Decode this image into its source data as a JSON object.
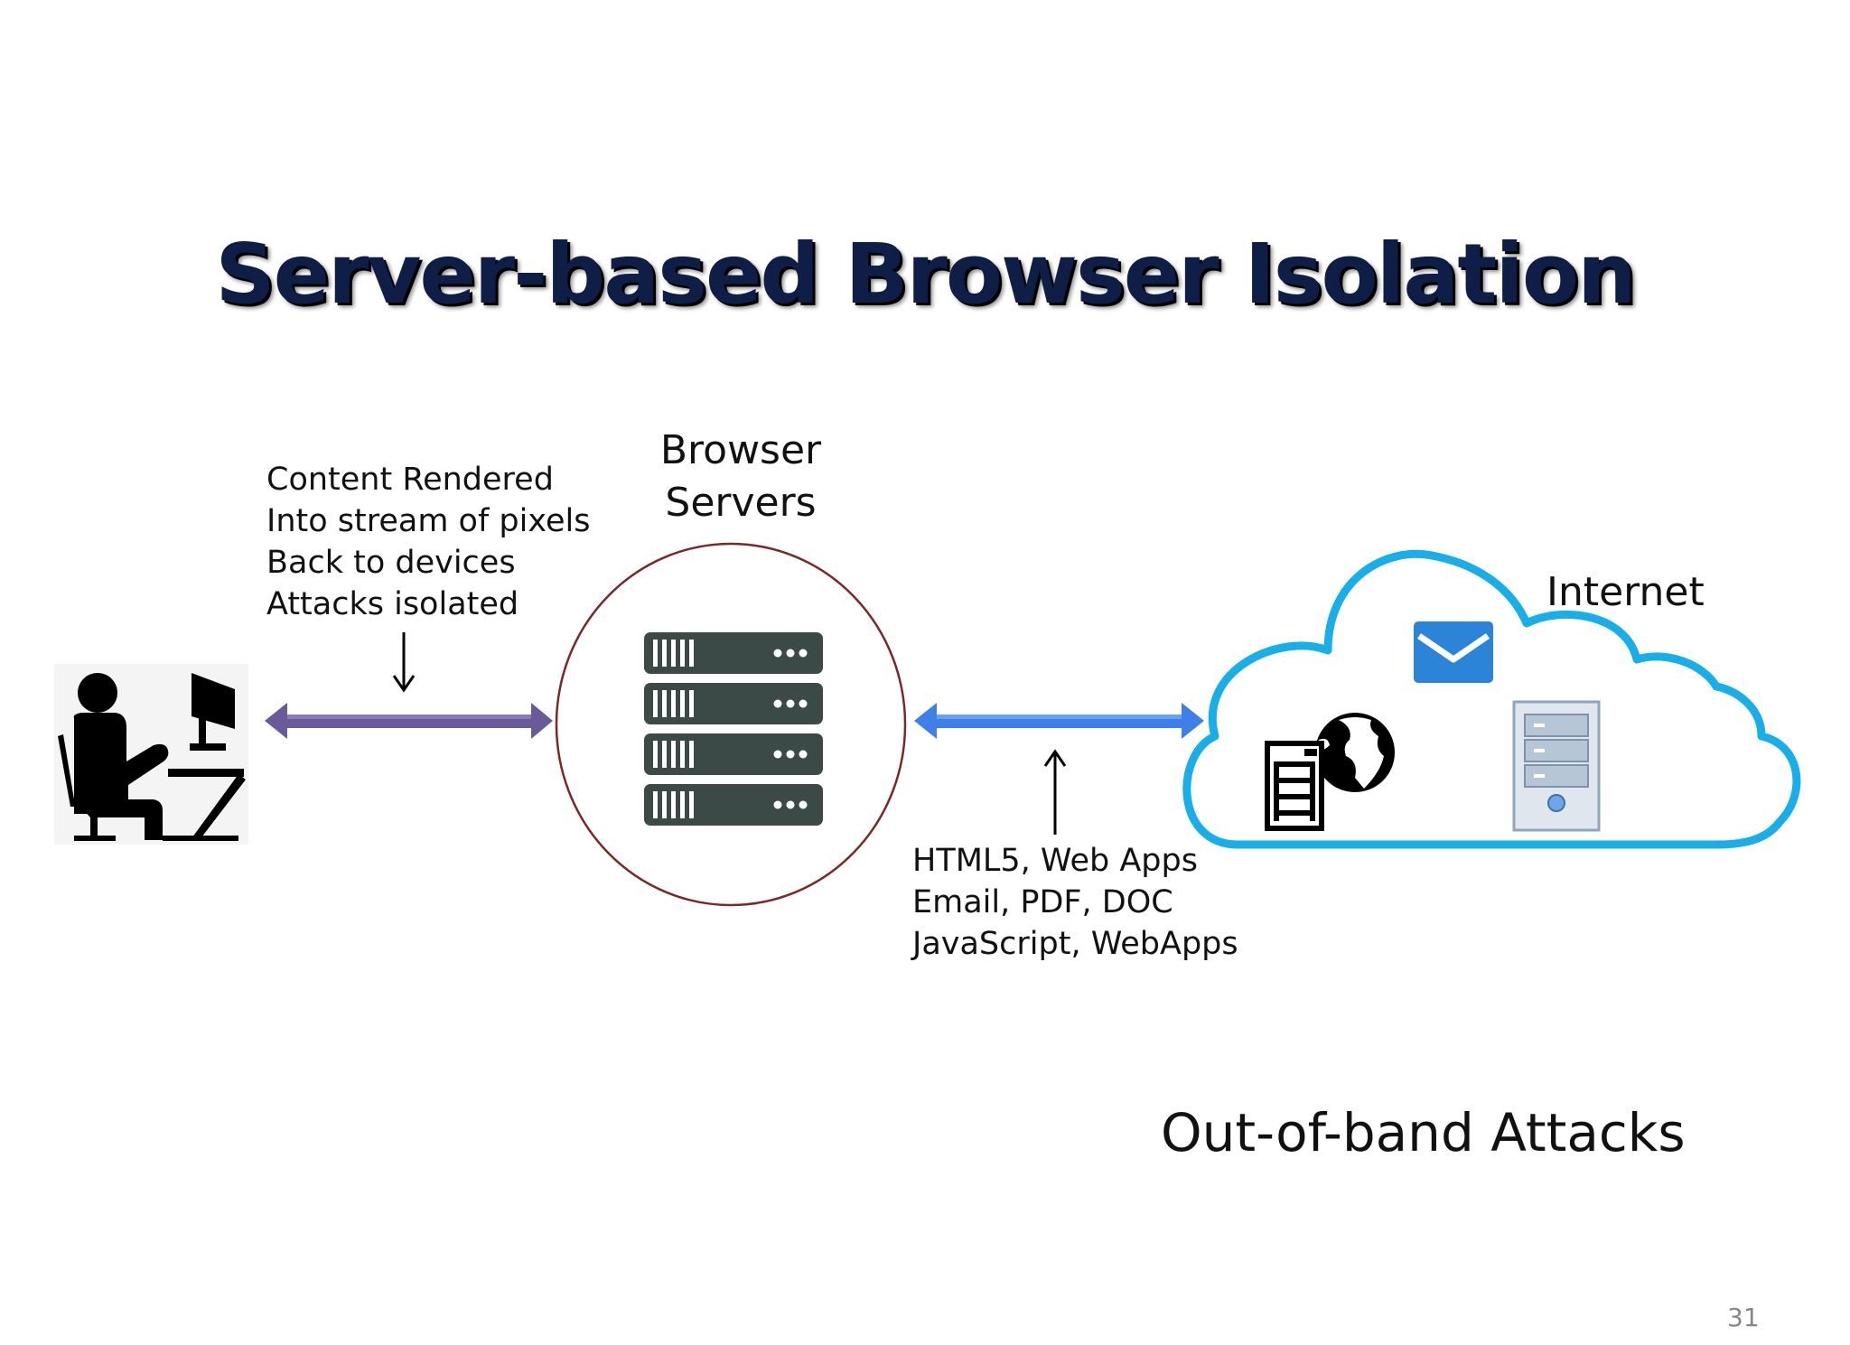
{
  "title": "Server-based Browser Isolation",
  "left_notes": [
    "Content Rendered",
    "Into stream of pixels",
    "Back to devices",
    "Attacks isolated"
  ],
  "browser_servers_label": [
    "Browser",
    "Servers"
  ],
  "internet_label": "Internet",
  "right_notes": [
    "HTML5, Web Apps",
    "Email, PDF, DOC",
    "JavaScript, WebApps"
  ],
  "footer_label": "Out-of-band Attacks",
  "page_number": "31",
  "colors": {
    "title": "#0e1e46",
    "left_arrow": "#6a5a9a",
    "right_arrow": "#3f80e8",
    "server_circle": "#7a2828",
    "server_rack": "#3b4a47",
    "cloud_stroke": "#19aee8",
    "envelope": "#2c84d8"
  },
  "icons": [
    "person-at-computer-icon",
    "server-rack-icon",
    "cloud-icon",
    "envelope-icon",
    "globe-server-icon",
    "tower-server-icon"
  ]
}
